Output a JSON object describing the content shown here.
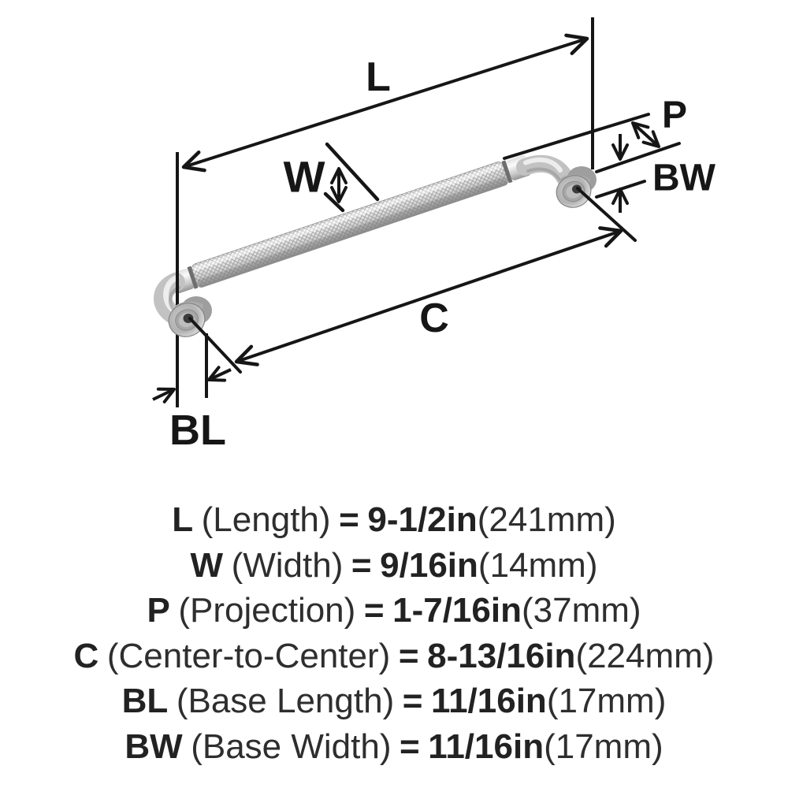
{
  "diagram": {
    "labels": {
      "length": "L",
      "width": "W",
      "projection": "P",
      "center_to_center": "C",
      "base_length": "BL",
      "base_width": "BW"
    }
  },
  "legend": {
    "rows": [
      {
        "code": "L",
        "desc": "(Length)",
        "eq": "=",
        "value": "9-1/2in",
        "metric": "(241mm)"
      },
      {
        "code": "W",
        "desc": "(Width)",
        "eq": "=",
        "value": "9/16in",
        "metric": "(14mm)"
      },
      {
        "code": "P",
        "desc": "(Projection)",
        "eq": "=",
        "value": "1-7/16in",
        "metric": "(37mm)"
      },
      {
        "code": "C",
        "desc": "(Center-to-Center)",
        "eq": "=",
        "value": "8-13/16in",
        "metric": "(224mm)"
      },
      {
        "code": "BL",
        "desc": "(Base Length)",
        "eq": "=",
        "value": "11/16in",
        "metric": "(17mm)"
      },
      {
        "code": "BW",
        "desc": "(Base Width)",
        "eq": "=",
        "value": "11/16in",
        "metric": "(17mm)"
      }
    ]
  },
  "colors": {
    "background": "#ffffff",
    "line": "#161616",
    "text": "#222222",
    "metal_light": "#f6f6f6",
    "metal_mid": "#c6c6c6",
    "metal_dark": "#8e8e8e",
    "screw_hole": "#3b3b3b"
  }
}
